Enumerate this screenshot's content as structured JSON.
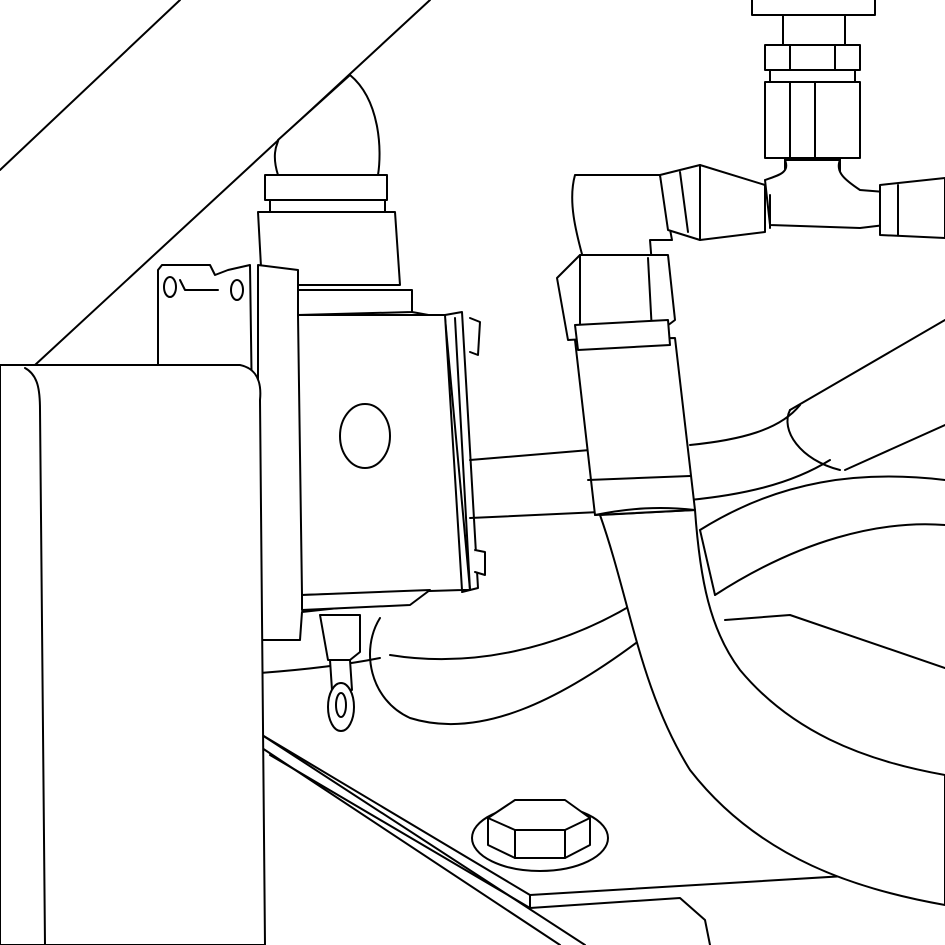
{
  "figure": {
    "kind": "technical line illustration",
    "style": "black outlines on white",
    "colors": {
      "stroke": "#000000",
      "background": "#ffffff"
    },
    "components": [
      "bracket-beam",
      "cabinet-wall",
      "elbow-pipe",
      "electrical-switch-box",
      "switch-mounting-bracket",
      "roller-lever-actuator",
      "elbow-fitting",
      "tee-fitting",
      "vertical-pipe-with-nut",
      "hydraulic-hose",
      "tube-lines",
      "base-plate",
      "hex-bolt"
    ]
  }
}
